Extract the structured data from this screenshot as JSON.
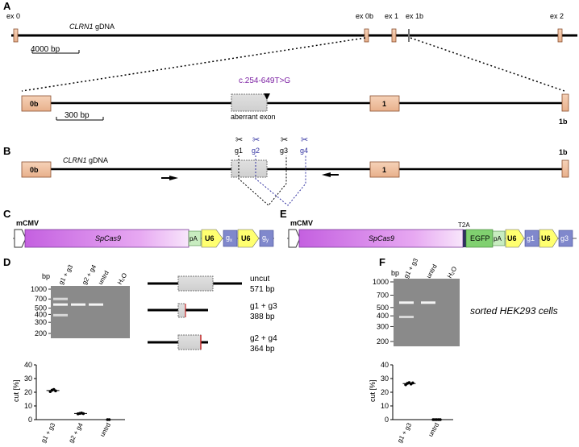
{
  "panels": {
    "a": "A",
    "b": "B",
    "c": "C",
    "d": "D",
    "e": "E",
    "f": "F"
  },
  "panel_a": {
    "exons": [
      "ex 0",
      "ex 0b",
      "ex 1",
      "ex 1b",
      "ex 2"
    ],
    "gene_label": "CLRN1 gDNA",
    "scale_top": "4000 bp",
    "mutation": "c.254-649T>G",
    "zoom_exons": [
      "0b",
      "1",
      "1b"
    ],
    "aberrant_exon": "aberrant exon",
    "scale_zoom": "300 bp"
  },
  "panel_b": {
    "gene_label": "CLRN1 gDNA",
    "exons": [
      "0b",
      "1",
      "1b"
    ],
    "guides": [
      "g1",
      "g2",
      "g3",
      "g4"
    ]
  },
  "panel_c": {
    "promoter": "mCMV",
    "cas9": "SpCas9",
    "pa": "pA",
    "u6_a": "U6",
    "gx": "g",
    "gx_sub": "x",
    "u6_b": "U6",
    "gy": "g",
    "gy_sub": "y"
  },
  "panel_e": {
    "promoter": "mCMV",
    "cas9": "SpCas9",
    "t2a": "T2A",
    "egfp": "EGFP",
    "pa": "pA",
    "u6_a": "U6",
    "g1": "g1",
    "u6_b": "U6",
    "g3": "g3"
  },
  "panel_d": {
    "bp_label": "bp",
    "ladder": [
      "1000",
      "700",
      "500",
      "400",
      "300",
      "200"
    ],
    "lanes": [
      "g1 + g3",
      "g2 + g4",
      "untrd",
      "H₂O"
    ],
    "products": [
      {
        "name": "uncut",
        "size": "571 bp"
      },
      {
        "name": "g1 + g3",
        "size": "388 bp"
      },
      {
        "name": "g2 + g4",
        "size": "364 bp"
      }
    ]
  },
  "panel_f": {
    "bp_label": "bp",
    "ladder": [
      "1000",
      "700",
      "500",
      "400",
      "300",
      "200"
    ],
    "lanes": [
      "g1 + g3",
      "untrd",
      "H₂O"
    ],
    "note": "sorted HEK293 cells"
  },
  "chart_data": [
    {
      "type": "scatter",
      "panel": "D",
      "ylabel": "cut [%]",
      "ylim": [
        0,
        40
      ],
      "yticks": [
        0,
        10,
        20,
        30,
        40
      ],
      "categories": [
        "g1 + g3",
        "g2 + g4",
        "untrd"
      ],
      "series": [
        {
          "category": "g1 + g3",
          "values": [
            20.5,
            21.5,
            22,
            21
          ]
        },
        {
          "category": "g2 + g4",
          "values": [
            4.2,
            4.5,
            4.8,
            4.4
          ]
        },
        {
          "category": "untrd",
          "values": [
            0,
            0
          ]
        }
      ]
    },
    {
      "type": "scatter",
      "panel": "F",
      "ylabel": "cut [%]",
      "ylim": [
        0,
        40
      ],
      "yticks": [
        0,
        10,
        20,
        30,
        40
      ],
      "categories": [
        "g1 + g3",
        "untrd"
      ],
      "series": [
        {
          "category": "g1 + g3",
          "values": [
            25.5,
            26.5,
            27,
            26,
            26.8
          ]
        },
        {
          "category": "untrd",
          "values": [
            0,
            0,
            0,
            0,
            0
          ]
        }
      ]
    }
  ]
}
